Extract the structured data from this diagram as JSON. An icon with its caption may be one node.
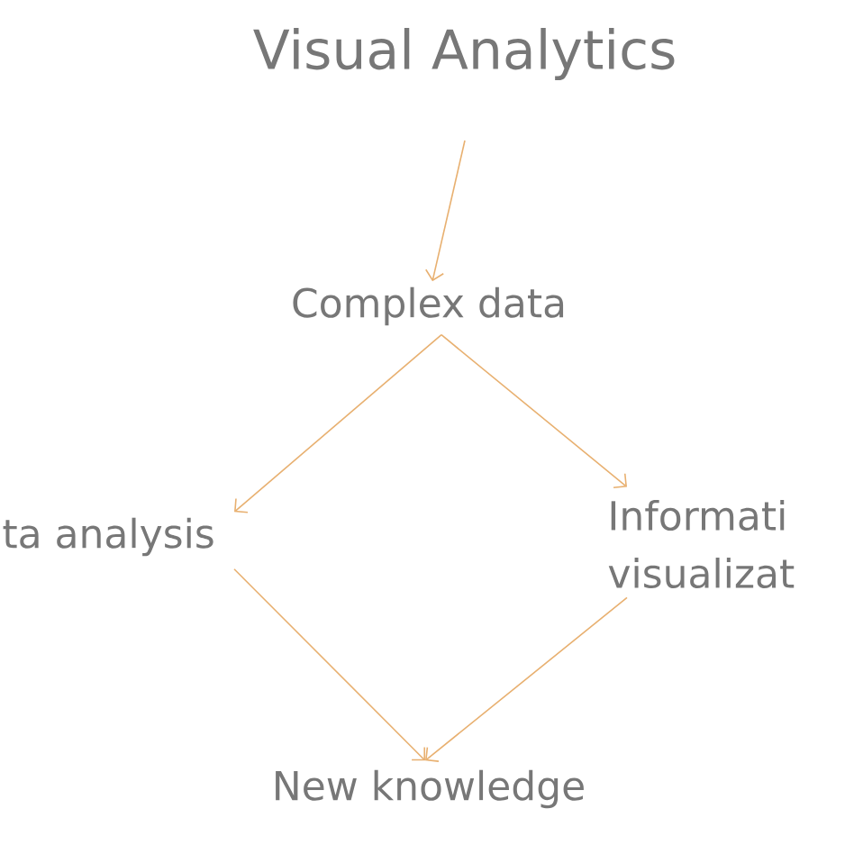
{
  "diagram": {
    "title": "Visual Analytics",
    "nodes": [
      {
        "text": [
          "Complex data"
        ]
      },
      {
        "text": [
          "ta analysis"
        ]
      },
      {
        "text": [
          "Informati visualizat"
        ]
      },
      {
        "text": [
          "New knowledge"
        ]
      }
    ],
    "edges": [
      {
        "from": null,
        "to": 0,
        "arrow": "to"
      },
      {
        "from": 0,
        "to": 1,
        "arrow": "to"
      },
      {
        "from": 0,
        "to": 2,
        "arrow": "to"
      },
      {
        "from": 1,
        "to": 3,
        "arrow": "to"
      },
      {
        "from": 2,
        "to": 3,
        "arrow": "to"
      }
    ]
  }
}
